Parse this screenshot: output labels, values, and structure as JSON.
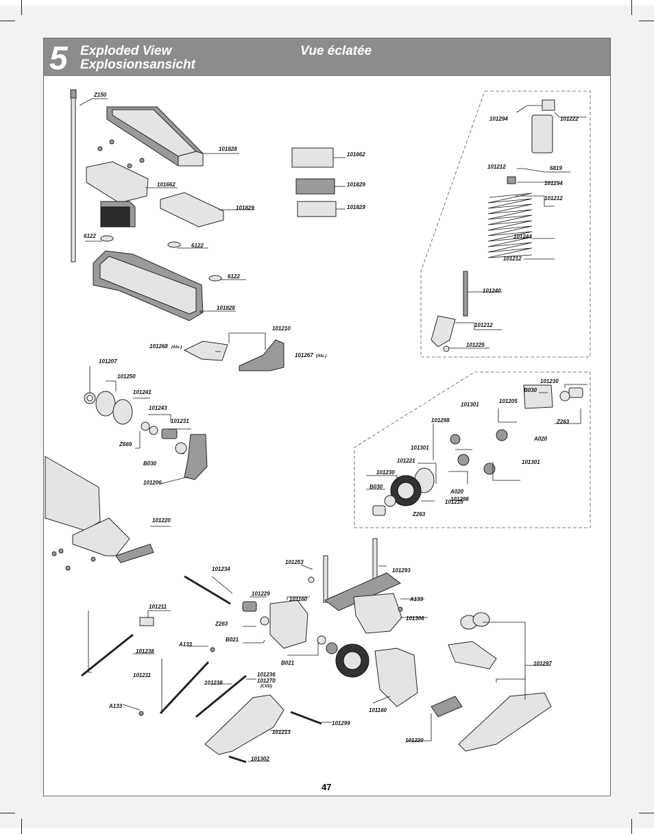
{
  "header": {
    "section_number": "5",
    "title_en": "Exploded View",
    "title_de": "Explosionsansicht",
    "title_fr": "Vue éclatée"
  },
  "page_number": "47",
  "callouts": {
    "z150": "Z150",
    "p101828_top": "101828",
    "p101662_left": "101662",
    "p101829_left": "101829",
    "p6122_a": "6122",
    "p6122_b": "6122",
    "p6122_c": "6122",
    "p101828_bot": "101828",
    "p101662_right": "101662",
    "p101829_r1": "101829",
    "p101829_r2": "101829",
    "p101210": "101210",
    "p101268": "101268",
    "p101268_note": "(Alu.)",
    "p101267": "101267",
    "p101267_note": "(Alu.)",
    "p101207": "101207",
    "p101250": "101250",
    "p101241": "101241",
    "p101243": "101243",
    "p101231": "101231",
    "z669": "Z669",
    "b030_a": "B030",
    "p101206": "101206",
    "p101220_a": "101220",
    "s_101294_a": "101294",
    "s_101222": "101222",
    "s_101212_a": "101212",
    "s_6819": "6819",
    "s_101294_b": "101294",
    "s_101212_b": "101212",
    "s_101244": "101244",
    "s_101212_c": "101212",
    "s_101240": "101240",
    "s_101212_d": "101212",
    "s_101225": "101225",
    "d_101230_a": "101230",
    "d_b030_a": "B030",
    "d_101205": "101205",
    "d_101301_a": "101301",
    "d_z263_a": "Z263",
    "d_101298_a": "101298",
    "d_a020_a": "A020",
    "d_101301_b": "101301",
    "d_101301_c": "101301",
    "d_101221": "101221",
    "d_101298_b": "101298",
    "d_a020_b": "A020",
    "d_101230_b": "101230",
    "d_b030_b": "B030",
    "d_101215": "101215",
    "d_z263_b": "Z263",
    "r_101253": "101253",
    "r_101293": "101293",
    "r_101234": "101234",
    "r_101229": "101229",
    "r_101160_a": "101160",
    "r_a133_a": "A133",
    "r_101306": "101306",
    "r_101211_a": "101211",
    "r_z263": "Z263",
    "r_b021_a": "B021",
    "r_a133_b": "A133",
    "r_101238_a": "101238",
    "r_b021_b": "B021",
    "r_101211_b": "101211",
    "r_101238_b": "101238",
    "r_101236": "101236",
    "r_101270": "101270",
    "r_cvd": "(CVD)",
    "r_101297": "101297",
    "r_a133_c": "A133",
    "r_101160_b": "101160",
    "r_101299": "101299",
    "r_101213": "101213",
    "r_101220_b": "101220",
    "r_101302": "101302"
  },
  "icons": [
    "hex-screw-icon",
    "gear-icon",
    "spring-icon",
    "bearing-icon"
  ]
}
